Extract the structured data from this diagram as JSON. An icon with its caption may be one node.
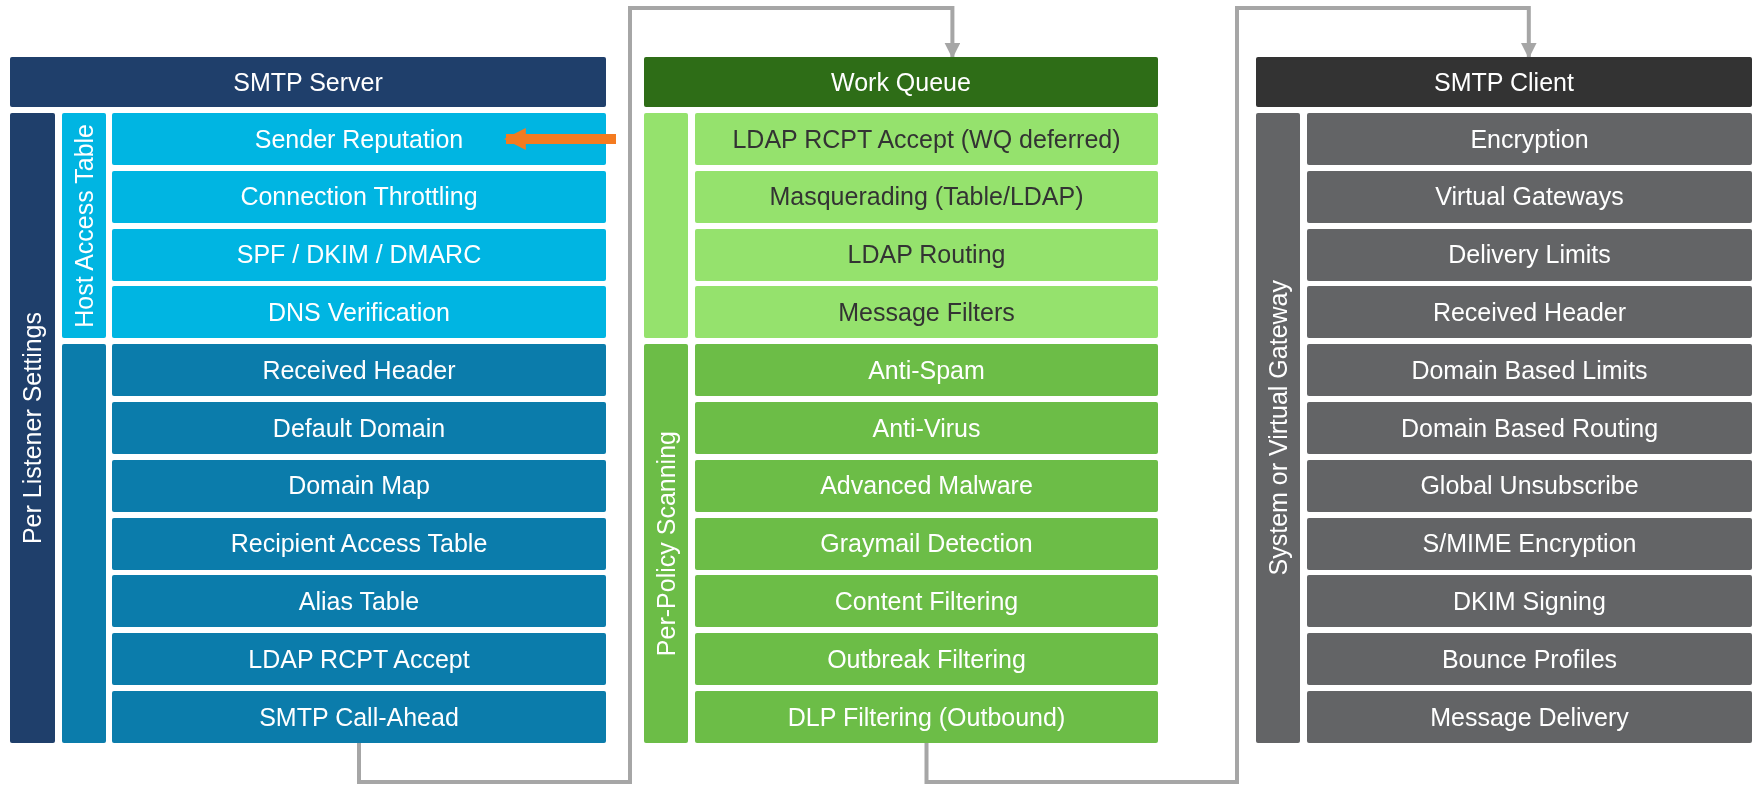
{
  "diagram": {
    "nodes": [
      {
        "text": [
          "SMTP Server"
        ]
      },
      {
        "text": [
          "Per Listener Settings"
        ]
      },
      {
        "text": [
          "Host Access Table"
        ]
      },
      {
        "text": [
          "Sender Reputation"
        ]
      },
      {
        "text": [
          "Connection Throttling"
        ]
      },
      {
        "text": [
          "SPF / DKIM / DMARC"
        ]
      },
      {
        "text": [
          "DNS Verification"
        ]
      },
      {
        "text": [],
        "shape": "bar"
      },
      {
        "text": [
          "Received Header"
        ]
      },
      {
        "text": [
          "Default Domain"
        ]
      },
      {
        "text": [
          "Domain Map"
        ]
      },
      {
        "text": [
          "Recipient Access Table"
        ]
      },
      {
        "text": [
          "Alias Table"
        ]
      },
      {
        "text": [
          "LDAP RCPT Accept"
        ]
      },
      {
        "text": [
          "SMTP Call-Ahead"
        ]
      },
      {
        "text": [
          "Work Queue"
        ]
      },
      {
        "text": [],
        "shape": "bar"
      },
      {
        "text": [
          "LDAP RCPT Accept (WQ deferred)"
        ]
      },
      {
        "text": [
          "Masquerading (Table/LDAP)"
        ]
      },
      {
        "text": [
          "LDAP Routing"
        ]
      },
      {
        "text": [
          "Message Filters"
        ]
      },
      {
        "text": [
          "Per-Policy Scanning"
        ]
      },
      {
        "text": [
          "Anti-Spam"
        ]
      },
      {
        "text": [
          "Anti-Virus"
        ]
      },
      {
        "text": [
          "Advanced Malware"
        ]
      },
      {
        "text": [
          "Graymail Detection"
        ]
      },
      {
        "text": [
          "Content Filtering"
        ]
      },
      {
        "text": [
          "Outbreak Filtering"
        ]
      },
      {
        "text": [
          "DLP Filtering (Outbound)"
        ]
      },
      {
        "text": [
          "SMTP Client"
        ]
      },
      {
        "text": [
          "System or Virtual Gateway"
        ]
      },
      {
        "text": [
          "Encryption"
        ]
      },
      {
        "text": [
          "Virtual Gateways"
        ]
      },
      {
        "text": [
          "Delivery Limits"
        ]
      },
      {
        "text": [
          "Received Header"
        ]
      },
      {
        "text": [
          "Domain Based Limits"
        ]
      },
      {
        "text": [
          "Domain Based Routing"
        ]
      },
      {
        "text": [
          "Global Unsubscribe"
        ]
      },
      {
        "text": [
          "S/MIME Encryption"
        ]
      },
      {
        "text": [
          "DKIM Signing"
        ]
      },
      {
        "text": [
          "Bounce Profiles"
        ]
      },
      {
        "text": [
          "Message Delivery"
        ]
      }
    ],
    "edges": [
      {
        "from": 14,
        "to": 15,
        "arrow": "to"
      },
      {
        "from": 28,
        "to": 29,
        "arrow": "to"
      },
      {
        "from": null,
        "to": 3,
        "arrow": "to",
        "style": "thick",
        "color": "#f47b20"
      }
    ]
  }
}
